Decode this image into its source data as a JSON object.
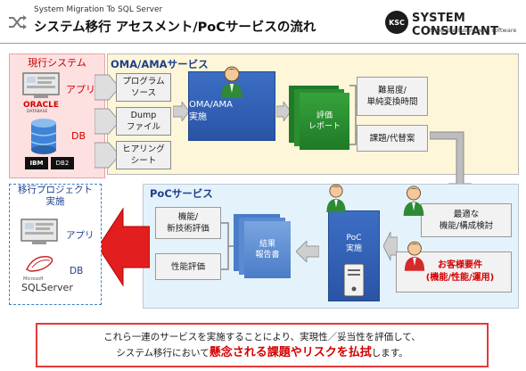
{
  "header": {
    "subtitle": "System Migration To  SQL Server",
    "title": "システム移行 アセスメント/PoCサービスの流れ",
    "logo_mark": "KSC",
    "company": "SYSTEM CONSULTANT",
    "tagline": "Make the future with software"
  },
  "current_system": {
    "title": "現行システム",
    "app_label": "アプリ",
    "db_label": "DB",
    "oracle": "ORACLE",
    "oracle_sub": "DATABASE",
    "ibm": "IBM",
    "db2": "DB2"
  },
  "oma": {
    "title": "OMA/AMAサービス",
    "inputs": [
      {
        "line1": "プログラム",
        "line2": "ソース"
      },
      {
        "line1": "Dump",
        "line2": "ファイル"
      },
      {
        "line1": "ヒアリング",
        "line2": "シート"
      }
    ],
    "activity": {
      "line1": "OMA/AMA",
      "line2": "実施"
    },
    "report": {
      "line1": "評価",
      "line2": "レポート"
    },
    "outputs": [
      {
        "line1": "難易度/",
        "line2": "単純変換時間"
      },
      {
        "line1": "課題/代替案",
        "line2": ""
      }
    ]
  },
  "poc": {
    "title": "PoCサービス",
    "evaluations": [
      "機能/\n新技術評価",
      "性能評価"
    ],
    "result": {
      "line1": "結果",
      "line2": "報告書"
    },
    "activity": {
      "line1": "PoC",
      "line2": "実施"
    },
    "optimal": {
      "line1": "最適な",
      "line2": "機能/構成検討"
    },
    "customer": {
      "line1": "お客様要件",
      "line2": "(機能/性能/運用)"
    }
  },
  "target": {
    "title_line1": "移行プロジェクト",
    "title_line2": "実施",
    "app_label": "アプリ",
    "db_label": "DB",
    "sql_small": "Microsoft",
    "sql_name": "SQLServer"
  },
  "message": {
    "line1": "これら一連のサービスを実施することにより、実現性／妥当性を評価して、",
    "line2_pre": "システム移行において",
    "line2_em": "懸念される課題やリスクを払拭",
    "line2_post": "します。"
  },
  "colors": {
    "accent_blue": "#2a54a6",
    "green": "#1f7a26",
    "red": "#d40000",
    "oma_bg": "#fdf6d8",
    "poc_bg": "#e4f2fb",
    "current_bg": "#fde1e1"
  }
}
